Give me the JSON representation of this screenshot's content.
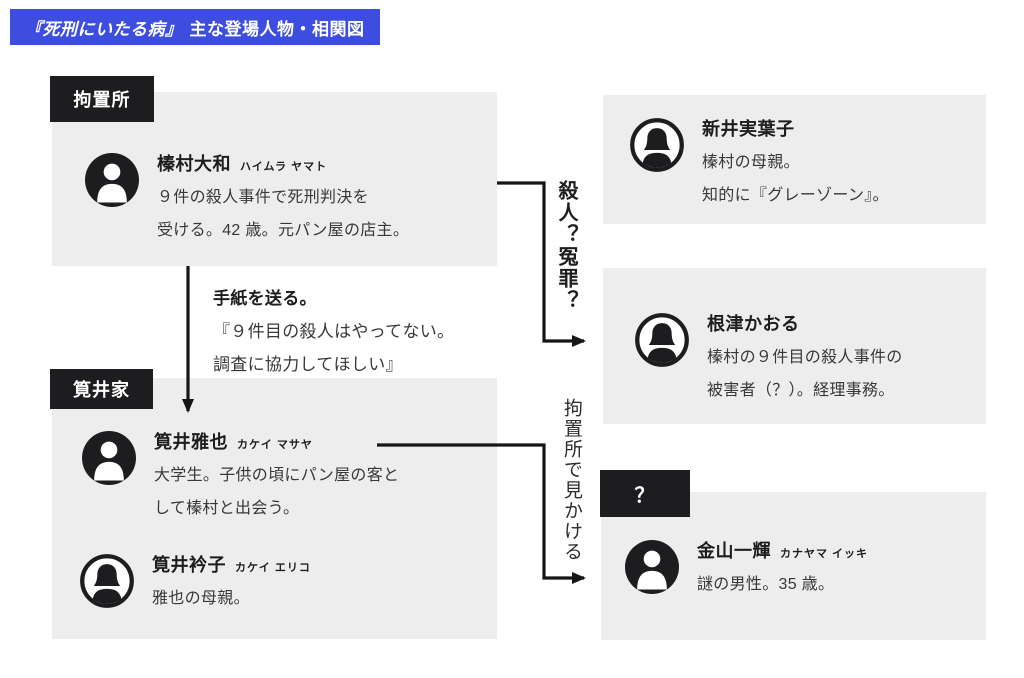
{
  "title": {
    "work": "『死刑にいたる病』",
    "rest": "主な登場人物・相関図"
  },
  "labels": {
    "detention": "拘置所",
    "kakei_family": "筧井家",
    "question": "？"
  },
  "people": {
    "haimura": {
      "name": "榛村大和",
      "kana": "ハイムラ ヤマト",
      "desc1": "９件の殺人事件で死刑判決を",
      "desc2": "受ける。42 歳。元パン屋の店主。"
    },
    "masaya": {
      "name": "筧井雅也",
      "kana": "カケイ マサヤ",
      "desc1": "大学生。子供の頃にパン屋の客と",
      "desc2": "して榛村と出会う。"
    },
    "eriko": {
      "name": "筧井衿子",
      "kana": "カケイ エリコ",
      "desc1": "雅也の母親。"
    },
    "arai": {
      "name": "新井実葉子",
      "desc1": "榛村の母親。",
      "desc2": "知的に『グレーゾーン』。"
    },
    "nezu": {
      "name": "根津かおる",
      "desc1": "榛村の９件目の殺人事件の",
      "desc2": "被害者（？）。経理事務。"
    },
    "kanayama": {
      "name": "金山一輝",
      "kana": "カナヤマ イッキ",
      "desc1": "謎の男性。35 歳。"
    }
  },
  "relations": {
    "letter_title": "手紙を送る。",
    "letter_quote1": "『９件目の殺人はやってない。",
    "letter_quote2": "調査に協力してほしい』",
    "murder_question": "殺人？冤罪？",
    "seen_at_detention": "拘置所で見かける"
  },
  "colors": {
    "badge_blue": "#3c4de0",
    "label_black": "#1d1d1f",
    "box_gray": "#ededed",
    "text_dark": "#383838",
    "arrow_black": "#161616"
  }
}
